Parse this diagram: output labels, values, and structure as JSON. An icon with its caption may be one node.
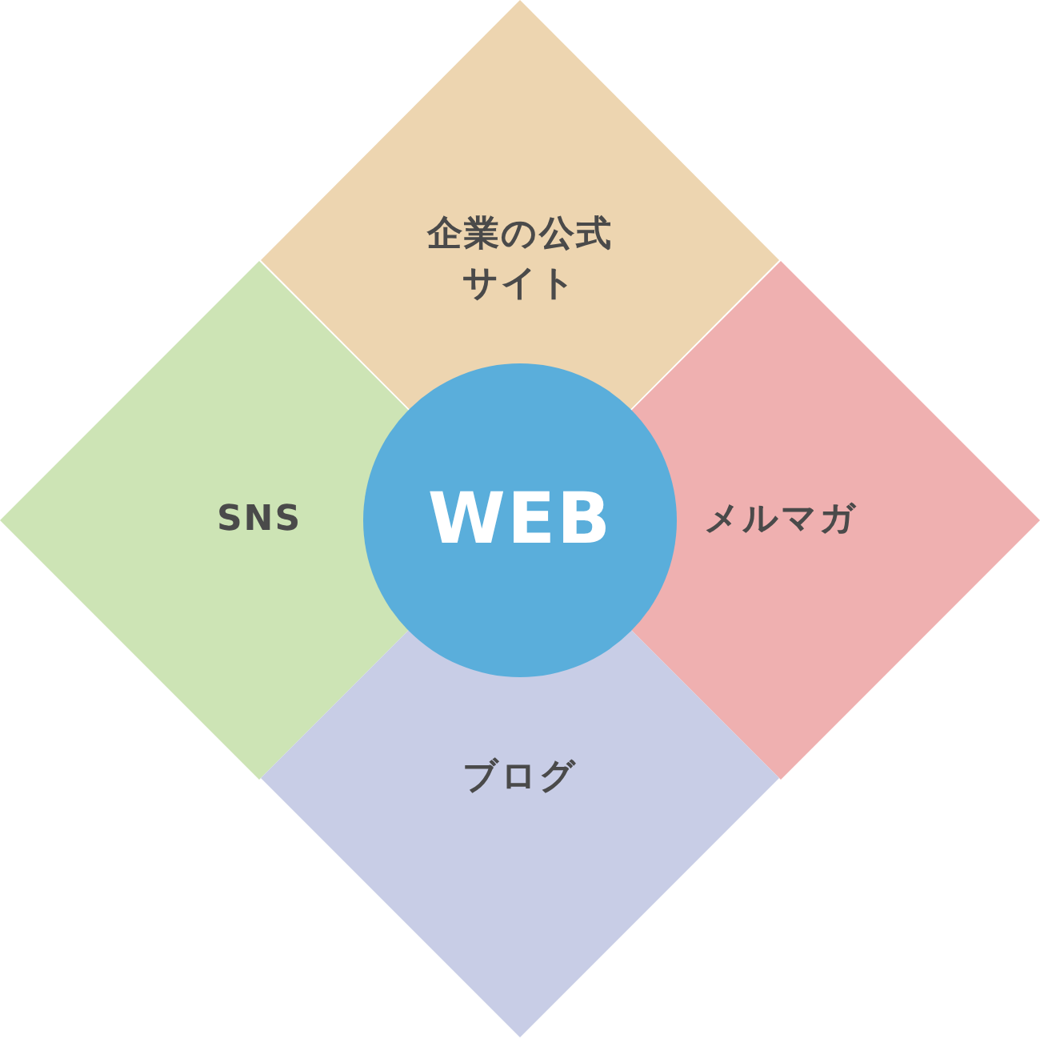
{
  "diagram": {
    "nodes": [
      {
        "text": [
          "企業の公式サイト"
        ]
      },
      {
        "text": [
          "SNS"
        ]
      },
      {
        "text": [
          "WEB"
        ]
      },
      {
        "text": [
          "メルマガ"
        ]
      },
      {
        "text": [
          "ブログ"
        ]
      }
    ]
  }
}
